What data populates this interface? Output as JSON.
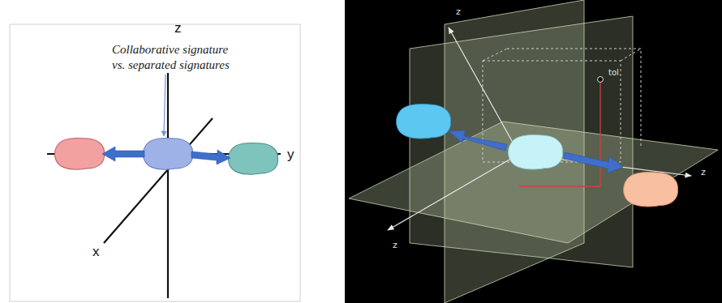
{
  "diagram": {
    "labels": [
      "z",
      "Collaborative signature vs. separated signatures",
      "y",
      "x",
      "z",
      "tol",
      "z",
      "z"
    ]
  }
}
